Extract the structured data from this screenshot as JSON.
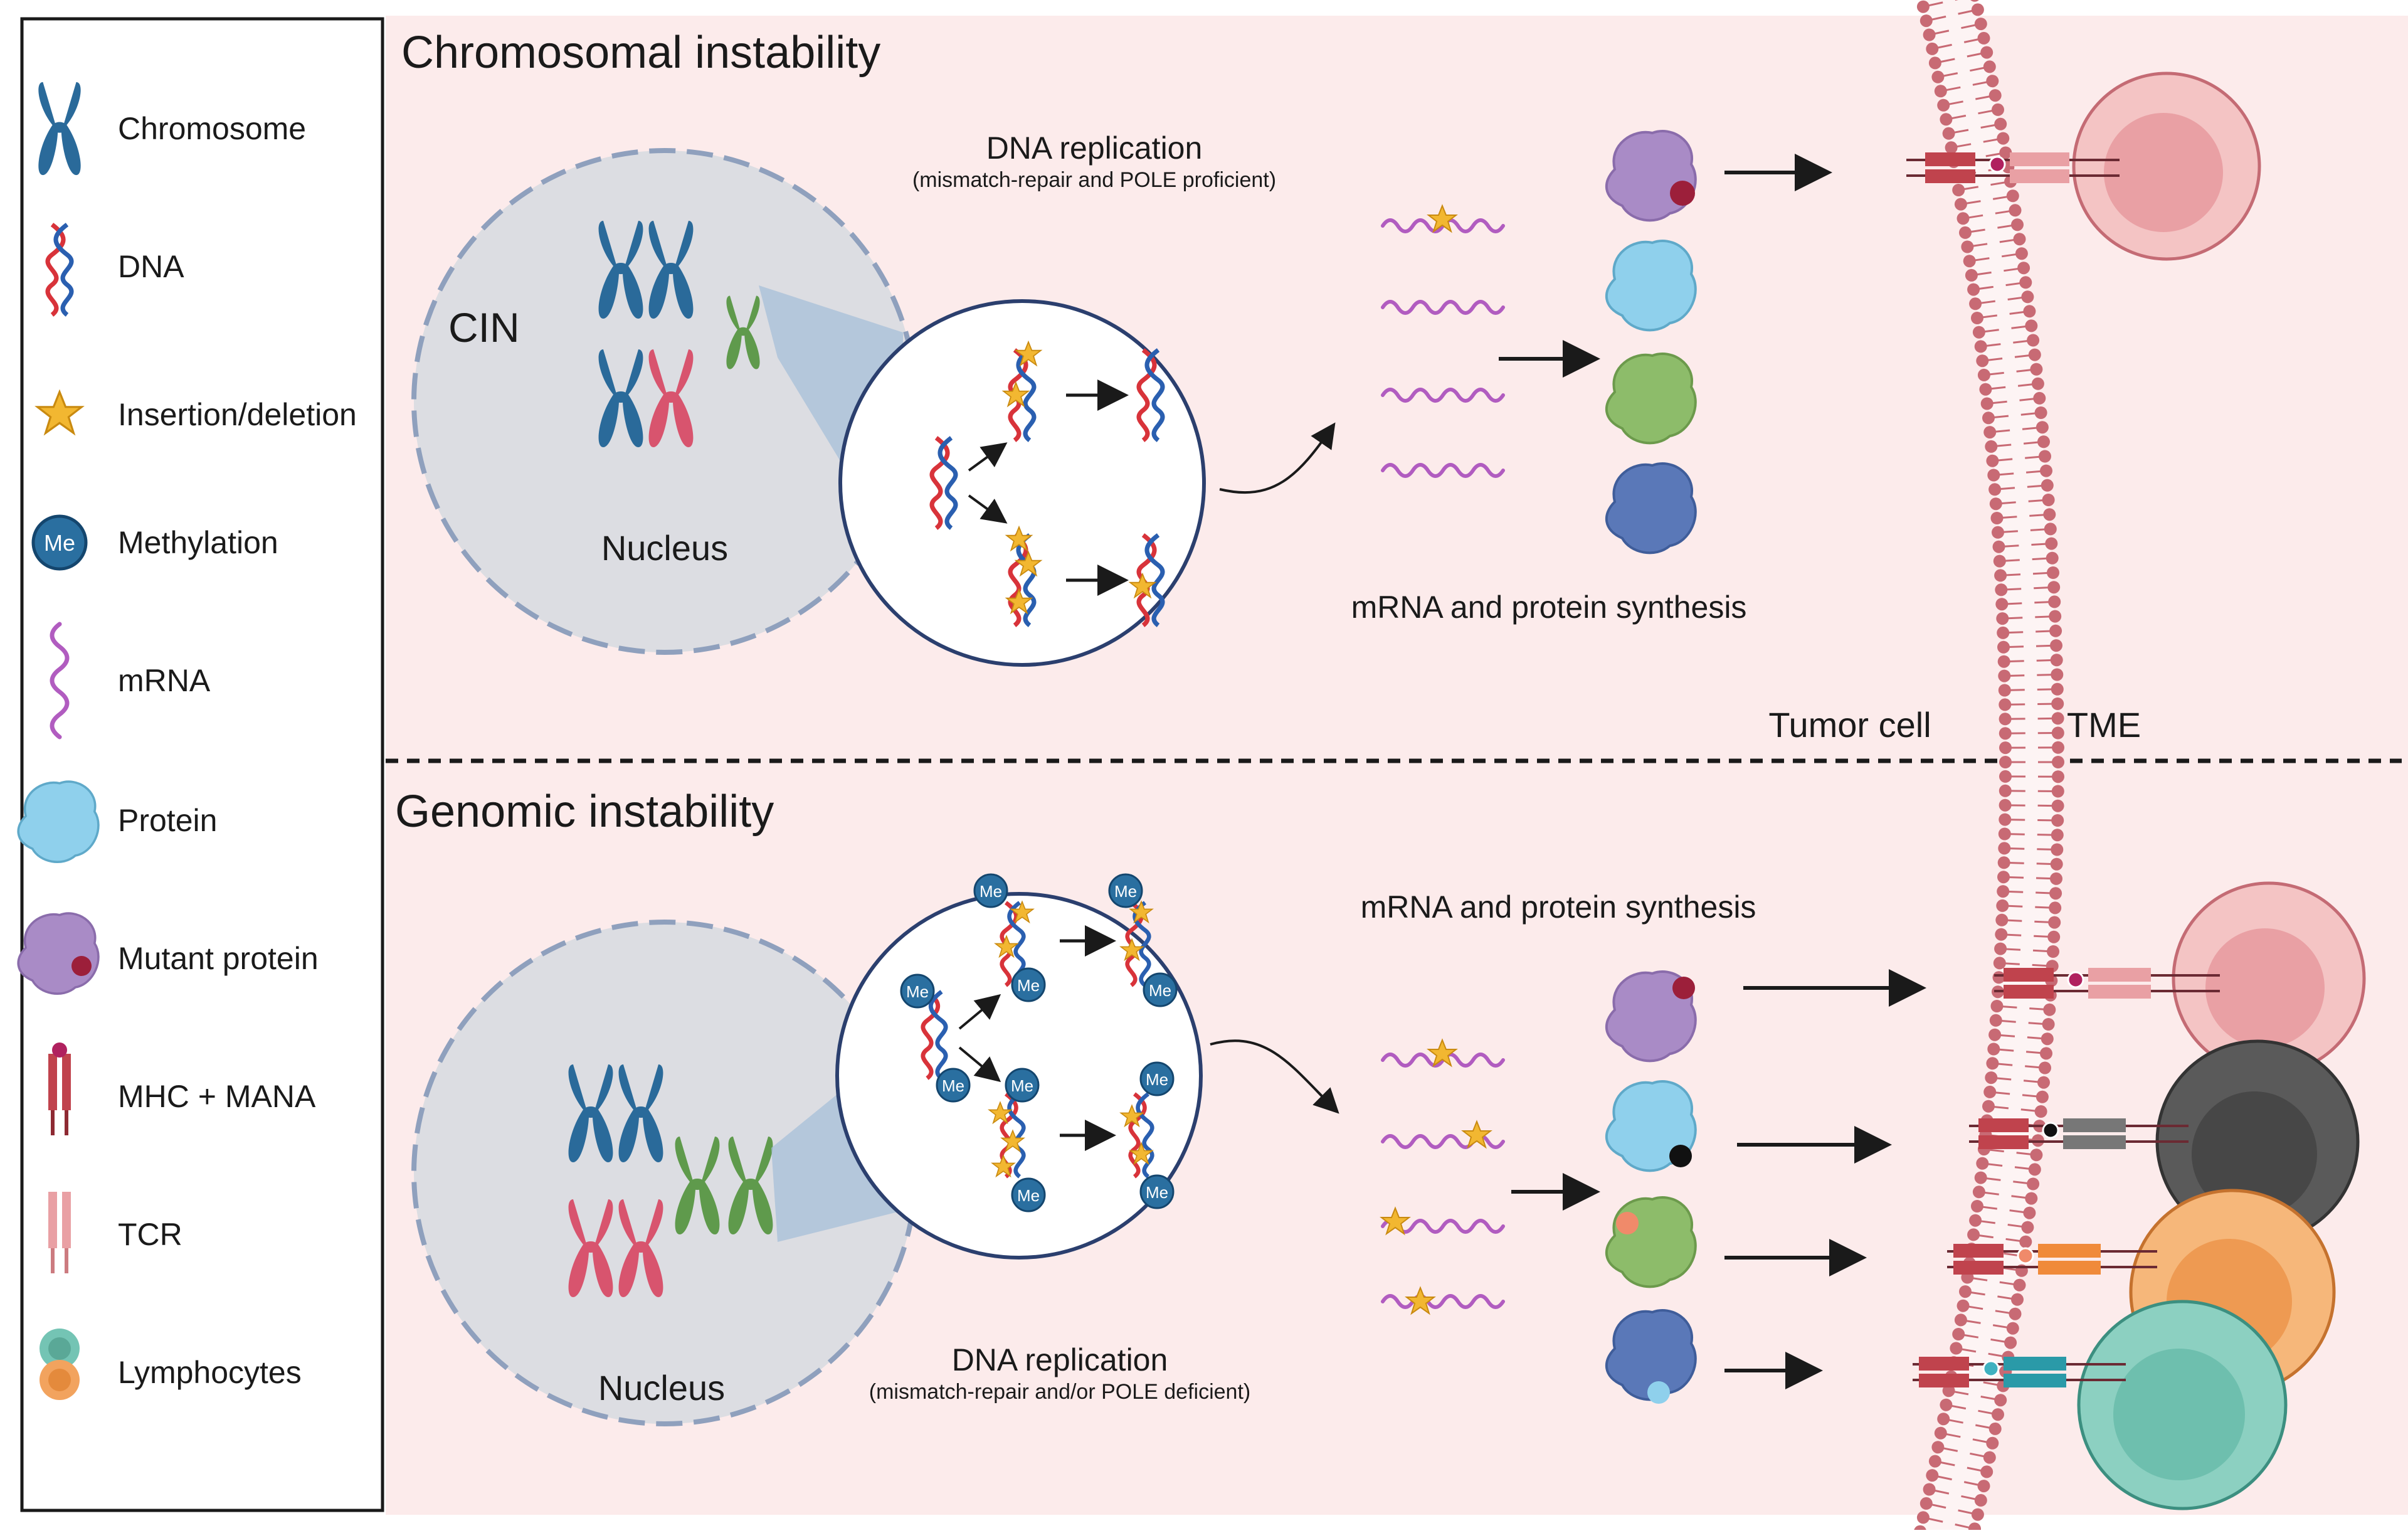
{
  "legend": {
    "items": [
      {
        "icon": "chromosome-icon",
        "label": "Chromosome"
      },
      {
        "icon": "dna-icon",
        "label": "DNA"
      },
      {
        "icon": "star-icon",
        "label": "Insertion/deletion"
      },
      {
        "icon": "methylation-icon",
        "label": "Methylation",
        "icon_text": "Me"
      },
      {
        "icon": "mrna-icon",
        "label": "mRNA"
      },
      {
        "icon": "protein-icon",
        "label": "Protein"
      },
      {
        "icon": "mutant-protein-icon",
        "label": "Mutant protein"
      },
      {
        "icon": "mhc-icon",
        "label": "MHC + MANA"
      },
      {
        "icon": "tcr-icon",
        "label": "TCR"
      },
      {
        "icon": "lymphocytes-icon",
        "label": "Lymphocytes"
      }
    ]
  },
  "top": {
    "title": "Chromosomal instability",
    "cin_label": "CIN",
    "nucleus_label": "Nucleus",
    "replication_title": "DNA replication",
    "replication_subtitle": "(mismatch-repair and POLE proficient)",
    "synthesis_label": "mRNA and protein synthesis"
  },
  "bottom": {
    "title": "Genomic instability",
    "nucleus_label": "Nucleus",
    "replication_title": "DNA replication",
    "replication_subtitle": "(mismatch-repair and/or POLE deficient)",
    "synthesis_label": "mRNA and protein synthesis",
    "methyl_text": "Me"
  },
  "membrane": {
    "tumor_label": "Tumor cell",
    "tme_label": "TME"
  },
  "colors": {
    "background": "#fcebeb",
    "nucleus": "#dcdde2",
    "chromosome_blue": "#2a6a9a",
    "chromosome_pink": "#d8546e",
    "chromosome_green": "#5f9a4c",
    "mrna": "#b15cc0",
    "star": "#f2b731",
    "membrane": "#c86a74",
    "protein_purple": "#a98bc6",
    "protein_lightblue": "#8fd0ec",
    "protein_green": "#8dbc6a",
    "protein_navy": "#5a78b8",
    "lymph_pink": "#eeb0b2",
    "lymph_gray": "#5a5a5a",
    "lymph_orange": "#f2a35e",
    "lymph_teal": "#74c4b4"
  }
}
